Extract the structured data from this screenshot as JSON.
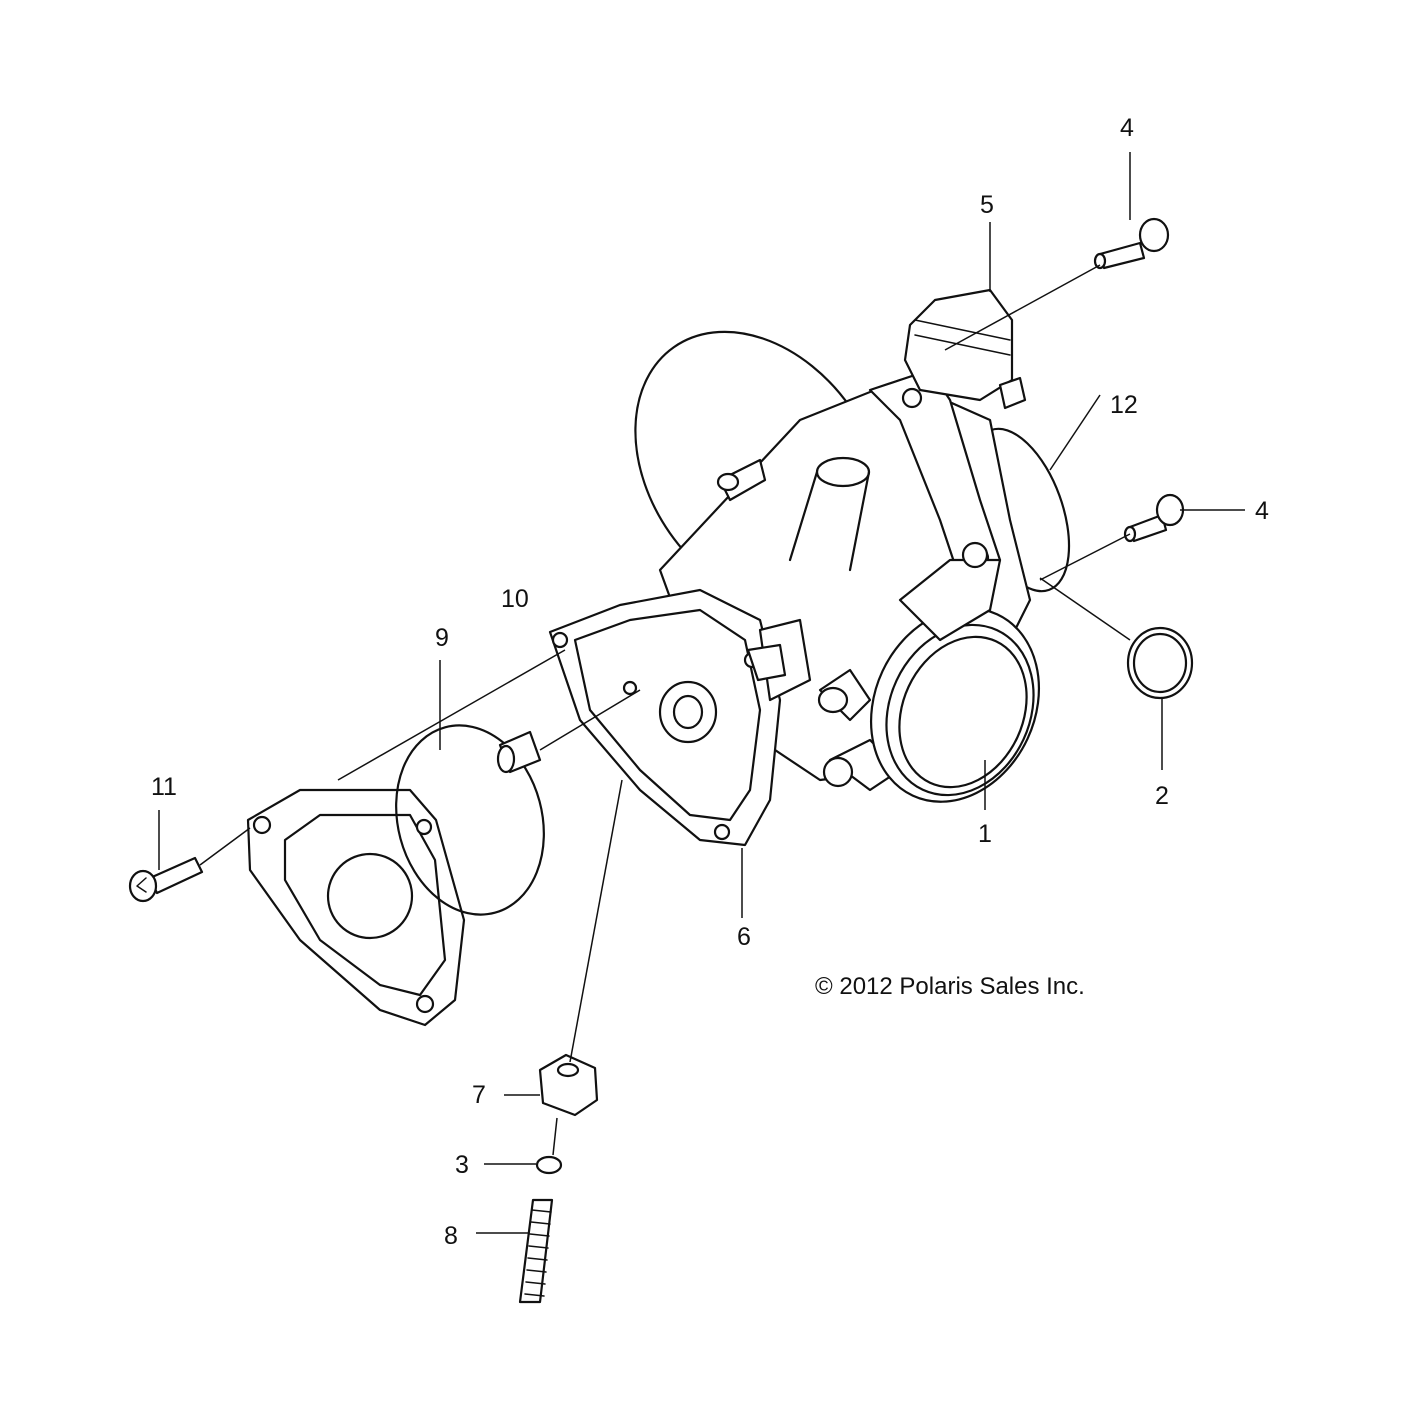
{
  "callouts": {
    "c1": "1",
    "c2": "2",
    "c3": "3",
    "c4a": "4",
    "c4b": "4",
    "c5": "5",
    "c6": "6",
    "c7": "7",
    "c8": "8",
    "c9": "9",
    "c10": "10",
    "c11": "11",
    "c12": "12"
  },
  "copyright": "© 2012 Polaris Sales Inc."
}
